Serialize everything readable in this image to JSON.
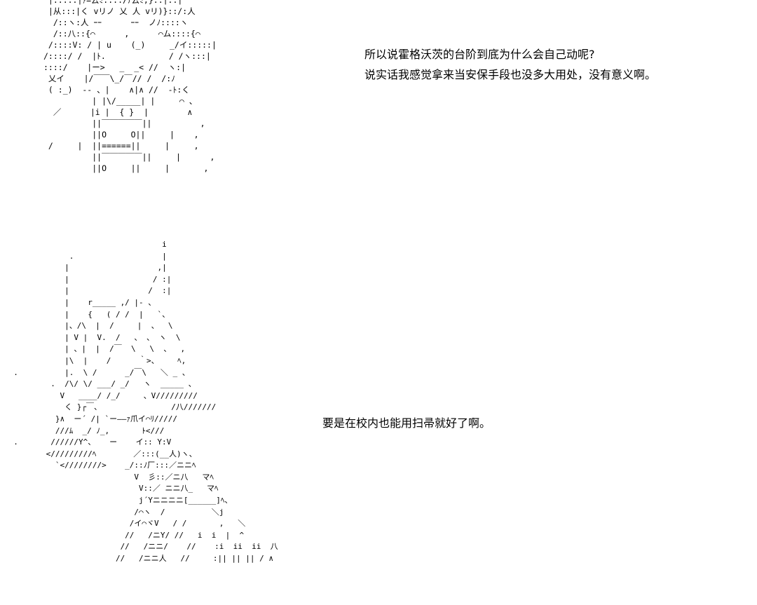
{
  "panels": [
    {
      "art": " |:::::|ｧ=云ﾐ::::/ｱ云ﾐ,}::|::|\n |从:::|く vリノ 乂 人 vリ)}::/:人\n  /::ヽ:人 ｰｰ      ｰｰ  ノﾉ::::ヽ\n  /::八::{⌒      ,      ⌒ム::::{⌒\n /::::V: / | u    (_)     _/イ:::::|\n/::::/ /  |ﾄ.             / /ヽ:::|\n::::/    |ー>   _  _< //  ヽ:|\n 乂イ    |/￣￣\\_/￣// /  /:ﾉ\n ( :_)  -- 、|    ∧|∧ //  -ﾄ:く\n          | |\\/_____| |     ⌒ 、\n  ／      |i |  { }  |        ∧\n          ||￣￣￣￣￣||          ,\n          ||O     O||     |    ,\n /     |  ||======||     |     ,\n          ||￣￣￣￣￣||     |      ,\n          ||O     ||     |       ,",
      "lines": [
        "所以说霍格沃茨的台阶到底为什么会自己动呢?",
        "说实话我感觉拿来当安保手段也没多大用处，没有意义啊。"
      ]
    },
    {
      "art": "                                  i\n              .                   |\n             |                   ,|\n             |                  / :|\n             |                 /  :|\n             |    r_____ ,/ |- 、\n             |    {   ( / /  |   `、\n             |、/\\  |  /     |  、  \\\n             | V |  V.  /   、 、 ヽ  \\\n             | 、|  |  /￣  \\   \\  、  ,\n             |\\  |    /      ｀>、    ﾍ,\n  .          |.  \\ /      _/￣\\   ＼ _ 、\n          .  /\\/ \\/ ___/ _/   ヽ  _____ 、\n            V   ____/ /_/     、V/////////\n             く }┌￣、               /八///////\n           }∧  ー´ /| `ー――ｧ爪イ⌒ﾘ/////\n           ///ﾑ  _/ ﾉ_,       ﾄ<///\n  .       //////Y^、   ー    イ:: Y:V\n         </////////ﾍ        ／:::(__人)ヽ、\n           `<////////>    _/::ﾉ厂:::／ニニﾍ\n                            V  彡::／ニ八   マﾍ\n                             V::／ ニニ八_   マﾍ\n                             j´Yニニニニ[______]ﾍ、\n                            /⌒ヽ  /          ＼j\n                           /イ⌒ヾV   / /       ,   ＼\n                          //   /ニY/ //   i  i  |  ^\n                         //   /ニニ/    //    :i  ii  ii  八\n                        //   /ニニ人   //     :|| || || / ∧",
      "lines": [
        "要是在校内也能用扫帚就好了啊。"
      ]
    }
  ]
}
